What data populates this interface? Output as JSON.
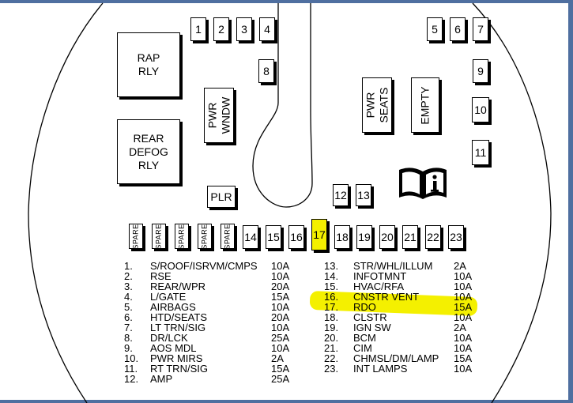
{
  "relays": {
    "rap": "RAP\nRLY",
    "rear_defog": "REAR\nDEFOG\nRLY",
    "pwr_wndw": "PWR\nWNDW",
    "pwr_seats": "PWR\nSEATS",
    "empty": "EMPTY",
    "plr": "PLR"
  },
  "fuses": {
    "f1": "1",
    "f2": "2",
    "f3": "3",
    "f4": "4",
    "f5": "5",
    "f6": "6",
    "f7": "7",
    "f8": "8",
    "f9": "9",
    "f10": "10",
    "f11": "11",
    "f12": "12",
    "f13": "13",
    "f14": "14",
    "f15": "15",
    "f16": "16",
    "f17": "17",
    "f18": "18",
    "f19": "19",
    "f20": "20",
    "f21": "21",
    "f22": "22",
    "f23": "23"
  },
  "spare_label": "SPARE",
  "legend_left": [
    {
      "num": "1.",
      "name": "S/ROOF/ISRVM/CMPS",
      "amp": "10A"
    },
    {
      "num": "2.",
      "name": "RSE",
      "amp": "10A"
    },
    {
      "num": "3.",
      "name": "REAR/WPR",
      "amp": "20A"
    },
    {
      "num": "4.",
      "name": "L/GATE",
      "amp": "15A"
    },
    {
      "num": "5.",
      "name": "AIRBAGS",
      "amp": "10A"
    },
    {
      "num": "6.",
      "name": "HTD/SEATS",
      "amp": "20A"
    },
    {
      "num": "7.",
      "name": "LT TRN/SIG",
      "amp": "10A"
    },
    {
      "num": "8.",
      "name": "DR/LCK",
      "amp": "25A"
    },
    {
      "num": "9.",
      "name": "AOS MDL",
      "amp": "10A"
    },
    {
      "num": "10.",
      "name": "PWR MIRS",
      "amp": "2A"
    },
    {
      "num": "11.",
      "name": "RT TRN/SIG",
      "amp": "15A"
    },
    {
      "num": "12.",
      "name": "AMP",
      "amp": "25A"
    }
  ],
  "legend_right": [
    {
      "num": "13.",
      "name": "STR/WHL/ILLUM",
      "amp": "2A"
    },
    {
      "num": "14.",
      "name": "INFOTMNT",
      "amp": "10A"
    },
    {
      "num": "15.",
      "name": "HVAC/RFA",
      "amp": "10A"
    },
    {
      "num": "16.",
      "name": "CNSTR VENT",
      "amp": "10A"
    },
    {
      "num": "17.",
      "name": "RDO",
      "amp": "15A"
    },
    {
      "num": "18.",
      "name": "CLSTR",
      "amp": "10A"
    },
    {
      "num": "19.",
      "name": "IGN SW",
      "amp": "2A"
    },
    {
      "num": "20.",
      "name": "BCM",
      "amp": "10A"
    },
    {
      "num": "21.",
      "name": "CIM",
      "amp": "10A"
    },
    {
      "num": "22.",
      "name": "CHMSL/DM/LAMP",
      "amp": "15A"
    },
    {
      "num": "23.",
      "name": "INT LAMPS",
      "amp": "10A"
    }
  ],
  "colors": {
    "highlight": "#f4f000",
    "frame": "#4f6fa0"
  },
  "icons": {
    "manual": "owner-manual-info-icon"
  }
}
